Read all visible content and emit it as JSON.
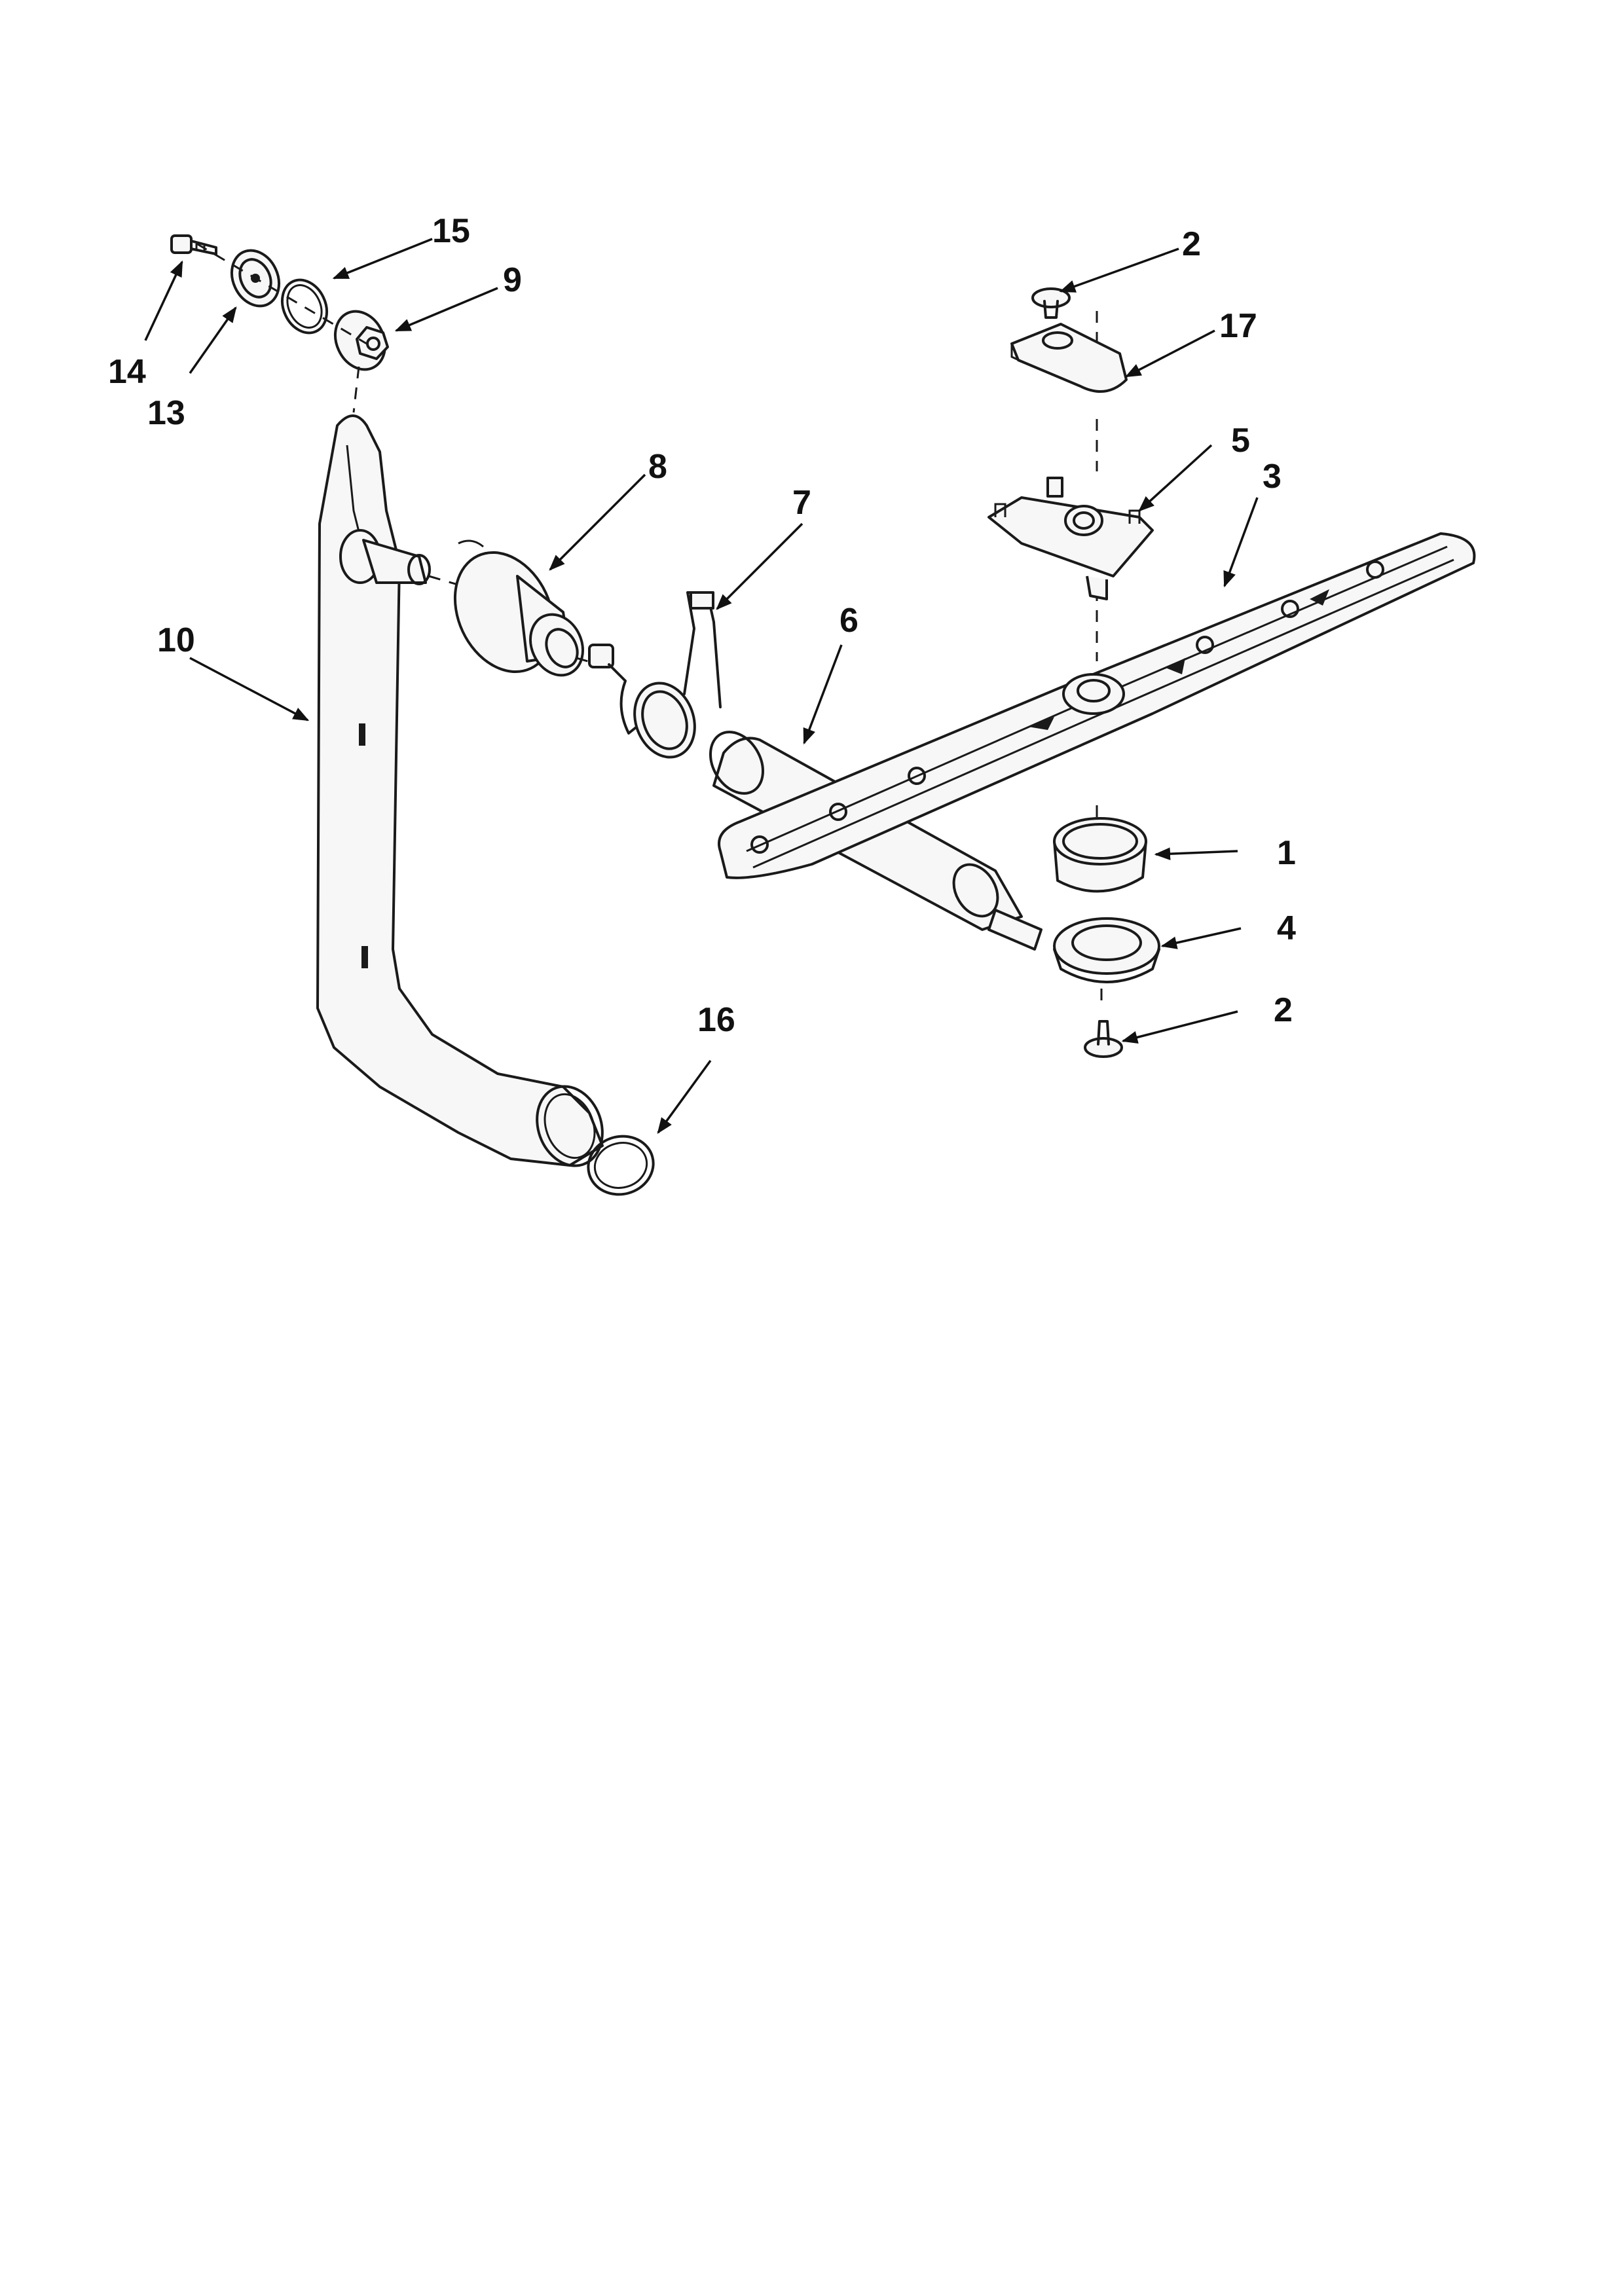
{
  "callouts": {
    "c1": "1",
    "c2_top": "2",
    "c2_bottom": "2",
    "c3": "3",
    "c4": "4",
    "c5": "5",
    "c6": "6",
    "c7": "7",
    "c8": "8",
    "c9": "9",
    "c10": "10",
    "c13": "13",
    "c14": "14",
    "c15": "15",
    "c16": "16",
    "c17": "17"
  }
}
